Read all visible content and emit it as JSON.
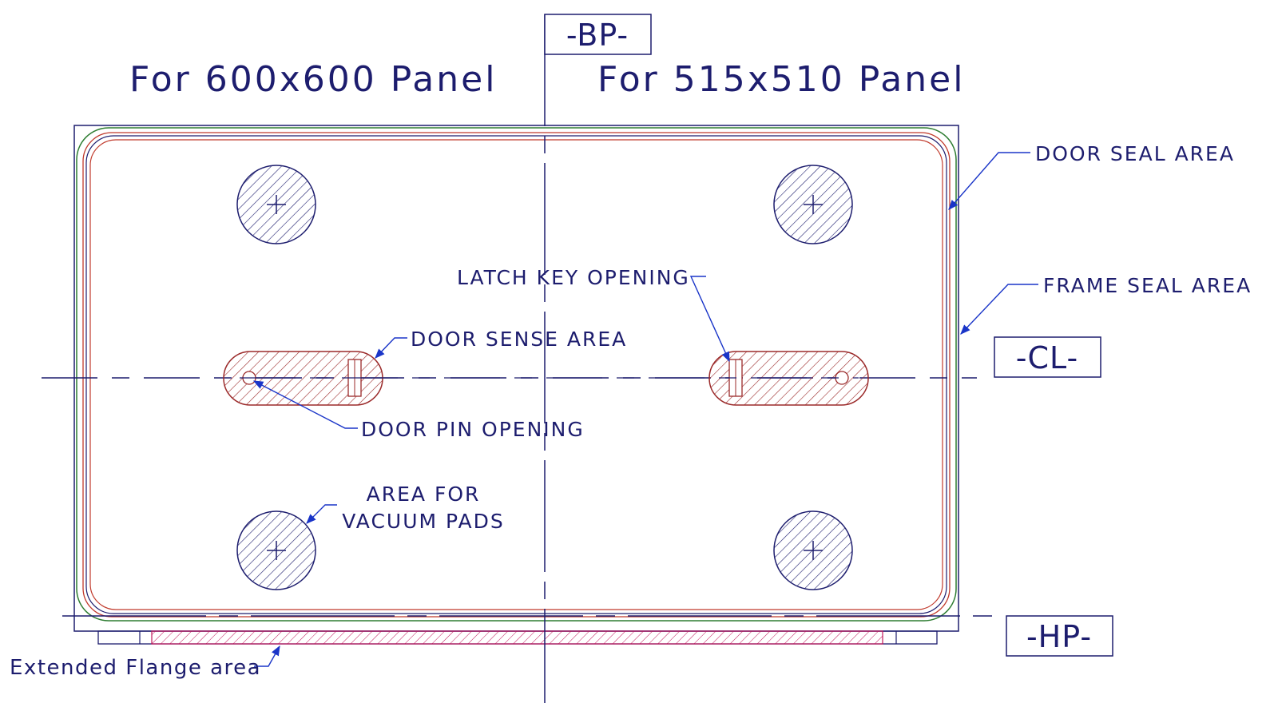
{
  "headings": {
    "left": "For 600x600 Panel",
    "right": "For 515x510 Panel"
  },
  "datums": {
    "bp": "-BP-",
    "cl": "-CL-",
    "hp": "-HP-"
  },
  "callouts": {
    "door_seal_area": "DOOR SEAL AREA",
    "frame_seal_area": "FRAME SEAL AREA",
    "latch_key_opening": "LATCH KEY OPENING",
    "door_sense_area": "DOOR SENSE AREA",
    "door_pin_opening": "DOOR PIN OPENING",
    "vacuum_pads_line1": "AREA FOR",
    "vacuum_pads_line2": "VACUUM PADS",
    "extended_flange_area": "Extended Flange area"
  },
  "colors": {
    "line": "#1d1d6e",
    "seal_green": "#2e7d32",
    "seal_red": "#c0392b",
    "flange_magenta": "#c2185b",
    "leader_blue": "#1a35c8"
  }
}
